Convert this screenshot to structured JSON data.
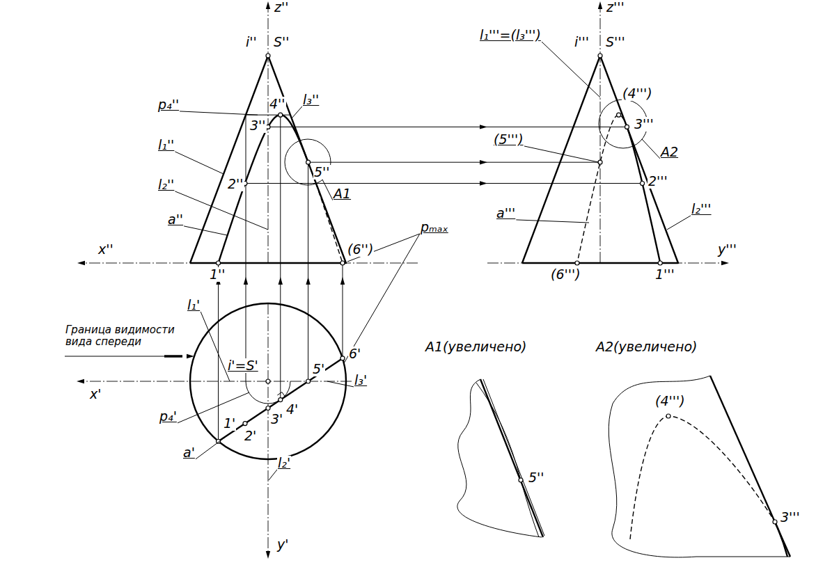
{
  "diagram": {
    "labels": [
      "z''",
      "i''",
      "S''",
      "p₄''",
      "4''",
      "l₃''",
      "3''",
      "5''",
      "l₁''",
      "A1",
      "l₂''",
      "2''",
      "a''",
      "x''",
      "1''",
      "(6'')",
      "pₘₐₓ",
      "l₁'",
      "Граница видимости вида спереди",
      "i'=S'",
      "5'",
      "6'",
      "x'",
      "l₃'",
      "p₄'",
      "4'",
      "1'",
      "2'",
      "3'",
      "a'",
      "l₂'",
      "y'",
      "z'''",
      "i'''",
      "S'''",
      "l₁'''=(l₃''')",
      "(4''')",
      "(5''')",
      "3'''",
      "A2",
      "2'''",
      "a'''",
      "l₂'''",
      "y'''",
      "(6''')",
      "1'''",
      "A1(увеличено)",
      "A2(увеличено)",
      "5''",
      "(4''')",
      "3'''"
    ]
  }
}
